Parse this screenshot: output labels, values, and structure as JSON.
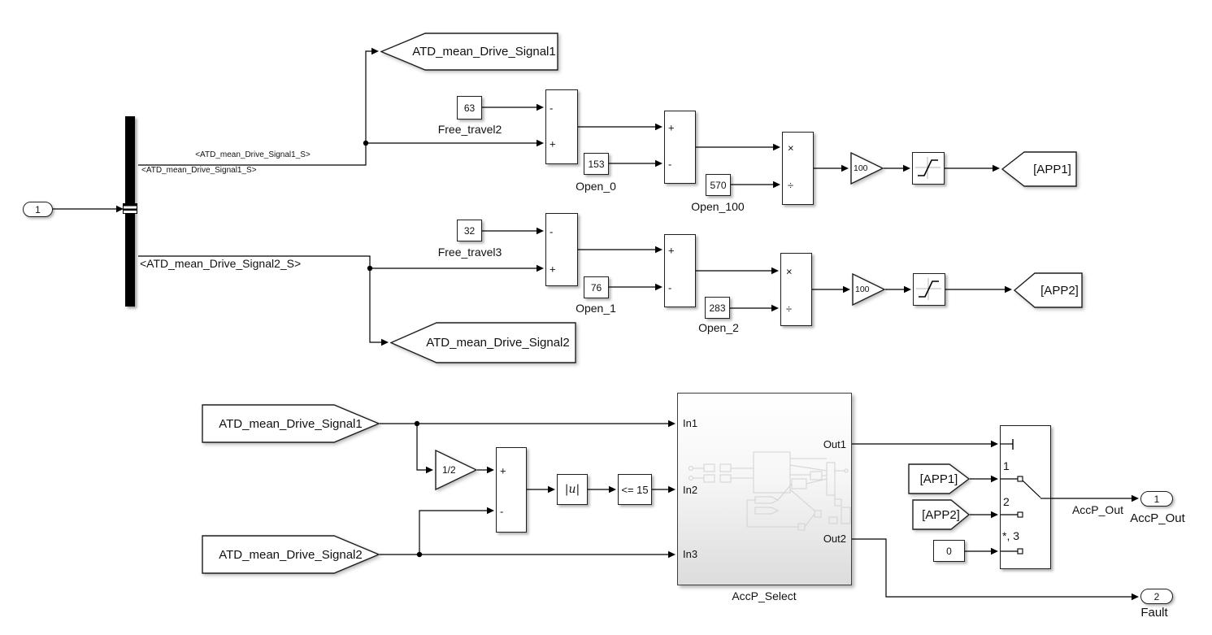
{
  "inport": {
    "label": "1"
  },
  "bus": {
    "signal1_label_a": "<ATD_mean_Drive_Signal1_S>",
    "signal1_label_b": "<ATD_mean_Drive_Signal1_S>",
    "signal2_label": "<ATD_mean_Drive_Signal2_S>"
  },
  "goto": {
    "signal1": "ATD_mean_Drive_Signal1",
    "signal2": "ATD_mean_Drive_Signal2",
    "app1": "[APP1]",
    "app2": "[APP2]"
  },
  "from": {
    "signal1": "ATD_mean_Drive_Signal1",
    "signal2": "ATD_mean_Drive_Signal2",
    "app1": "[APP1]",
    "app2": "[APP2]"
  },
  "constants": {
    "free_travel2": {
      "value": "63",
      "name": "Free_travel2"
    },
    "open_0": {
      "value": "153",
      "name": "Open_0"
    },
    "open_100": {
      "value": "570",
      "name": "Open_100"
    },
    "free_travel3": {
      "value": "32",
      "name": "Free_travel3"
    },
    "open_1": {
      "value": "76",
      "name": "Open_1"
    },
    "open_2": {
      "value": "283",
      "name": "Open_2"
    },
    "zero": {
      "value": "0"
    }
  },
  "sums": {
    "sum1": {
      "top": "-",
      "bottom": "+"
    },
    "sum2": {
      "top": "+",
      "bottom": "-"
    },
    "sum3": {
      "top": "-",
      "bottom": "+"
    },
    "sum4": {
      "top": "+",
      "bottom": "-"
    },
    "sum5": {
      "top": "+",
      "bottom": "-"
    }
  },
  "products": {
    "prod1": {
      "top": "×",
      "bottom": "÷"
    },
    "prod2": {
      "top": "×",
      "bottom": "÷"
    }
  },
  "gains": {
    "gain1": "100",
    "gain2": "100",
    "half": "1/2"
  },
  "abs": {
    "label": "|u|"
  },
  "compare": {
    "label": "<= 15"
  },
  "subsystem": {
    "name": "AccP_Select",
    "ports": {
      "in1": "In1",
      "in2": "In2",
      "in3": "In3",
      "out1": "Out1",
      "out2": "Out2"
    }
  },
  "mswitch": {
    "port1": "1",
    "port2": "2",
    "port3": "*, 3"
  },
  "outputs": {
    "accp_signal_label": "AccP_Out",
    "accp_port": "1",
    "accp_name": "AccP_Out",
    "fault_port": "2",
    "fault_name": "Fault"
  },
  "colors": {
    "background": "#ffffff",
    "stroke": "#000000",
    "subsystem_gradient_bottom": "#dcdcdc",
    "preview_line": "#d2d2d2"
  }
}
